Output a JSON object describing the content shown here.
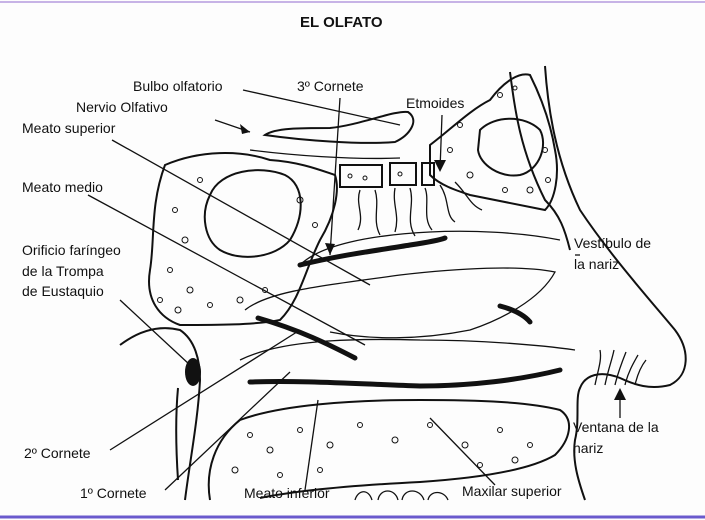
{
  "title": "EL OLFATO",
  "labels": {
    "bulbo": "Bulbo olfatorio",
    "nervio": "Nervio Olfativo",
    "cornete3": "3º Cornete",
    "etmoides": "Etmoides",
    "meato_superior": "Meato superior",
    "meato_medio": "Meato medio",
    "orificio_1": "Orificio faríngeo",
    "orificio_2": "de la Trompa",
    "orificio_3": "de Eustaquio",
    "vestibulo_1": "Vestíbulo de",
    "vestibulo_2": "la nariz",
    "ventana_1": "Ventana de la",
    "ventana_2": "nariz",
    "cornete2": "2º Cornete",
    "cornete1": "1º Cornete",
    "meato_inferior": "Meato inferior",
    "maxilar": "Maxilar superior"
  },
  "colors": {
    "ink": "#111111",
    "frame_bottom": "#6a5acd",
    "frame_top": "#c7b3e6"
  }
}
